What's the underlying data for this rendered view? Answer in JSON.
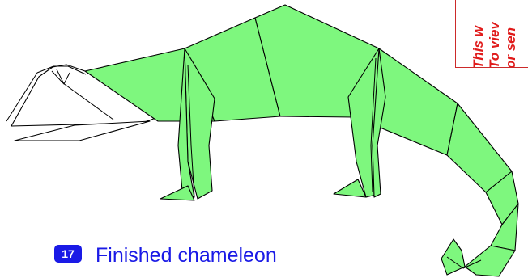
{
  "step": {
    "number": "17",
    "caption": "Finished chameleon"
  },
  "watermark": {
    "lines": [
      "This w",
      "To viev",
      "or sen"
    ]
  },
  "colors": {
    "paper_green": "#7ef77e",
    "accent_blue": "#1a1ae6",
    "watermark_red": "#e01b1b"
  }
}
